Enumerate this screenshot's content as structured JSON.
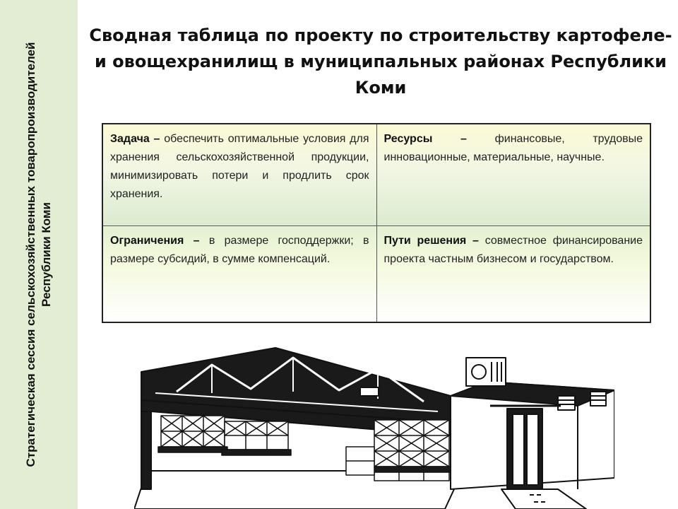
{
  "sidebar": {
    "text": "Стратегическая сессия сельскохозяйственных товаропроизводителей Республики Коми"
  },
  "title": "Сводная таблица по проекту по строительству картофеле- и овощехранилищ в муниципальных районах Республики Коми",
  "table": {
    "task": {
      "heading": "Задача",
      "dash": " – ",
      "text": "обеспечить оптимальные условия для хранения сельскохозяйственной продукции, минимизировать потери и продлить срок хранения."
    },
    "resources": {
      "heading": "Ресурсы",
      "dash": " – ",
      "text": "финансовые, трудовые инновационные, материальные, научные."
    },
    "limits": {
      "heading": "Ограничения",
      "dash": " – ",
      "text": "в размере господдержки; в размере субсидий, в сумме компенсаций."
    },
    "solutions": {
      "heading": "Пути решения",
      "dash": " – ",
      "text": "совместное финансирование проекта частным бизнесом и государством."
    }
  },
  "illustration": {
    "icon": "warehouse-icon"
  }
}
